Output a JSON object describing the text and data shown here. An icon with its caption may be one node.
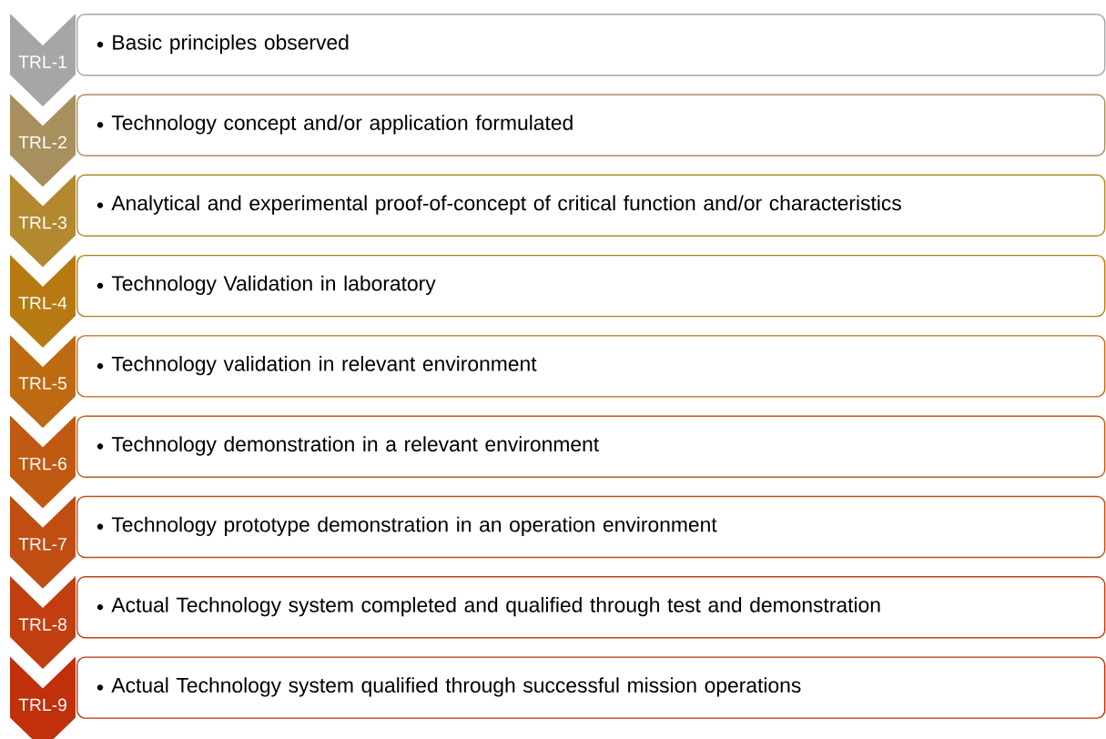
{
  "diagram": {
    "nodes": [
      {
        "text": [
          "TRL-1"
        ]
      },
      {
        "text": [
          "Basic principles observed"
        ]
      },
      {
        "text": [
          "TRL-2"
        ]
      },
      {
        "text": [
          "Technology concept and/or application formulated"
        ]
      },
      {
        "text": [
          "TRL-3"
        ]
      },
      {
        "text": [
          "Analytical and experimental proof-of-concept of critical function and/or characteristics"
        ]
      },
      {
        "text": [
          "TRL-4"
        ]
      },
      {
        "text": [
          "Technology Validation in laboratory"
        ]
      },
      {
        "text": [
          "TRL-5"
        ]
      },
      {
        "text": [
          "Technology validation in relevant environment"
        ]
      },
      {
        "text": [
          "TRL-6"
        ]
      },
      {
        "text": [
          "Technology demonstration in a relevant environment"
        ]
      },
      {
        "text": [
          "TRL-7"
        ]
      },
      {
        "text": [
          "Technology prototype demonstration in an operation environment"
        ]
      },
      {
        "text": [
          "TRL-8"
        ]
      },
      {
        "text": [
          "Actual Technology system completed and qualified through test and demonstration"
        ]
      },
      {
        "text": [
          "TRL-9"
        ]
      },
      {
        "text": [
          "Actual Technology system qualified through successful mission operations"
        ]
      }
    ]
  }
}
